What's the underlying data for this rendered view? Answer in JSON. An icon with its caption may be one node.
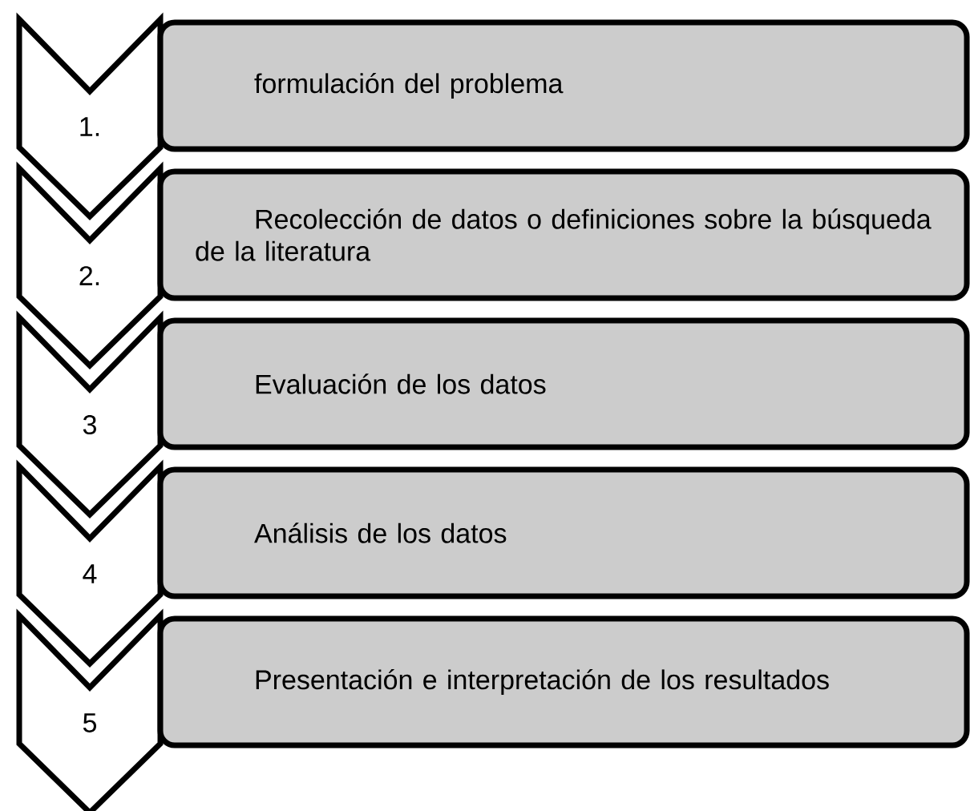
{
  "diagram": {
    "nodes": [
      {
        "text": [
          "1."
        ]
      },
      {
        "text": [
          "formulación del problema"
        ]
      },
      {
        "text": [
          "2."
        ]
      },
      {
        "text": [
          "Recolección de datos o definiciones sobre la búsqueda de la literatura"
        ]
      },
      {
        "text": [
          "3"
        ]
      },
      {
        "text": [
          "Evaluación de los datos"
        ]
      },
      {
        "text": [
          "4"
        ]
      },
      {
        "text": [
          "Análisis de los datos"
        ]
      },
      {
        "text": [
          "5"
        ]
      },
      {
        "text": [
          "Presentación e interpretación de los resultados"
        ]
      }
    ]
  }
}
